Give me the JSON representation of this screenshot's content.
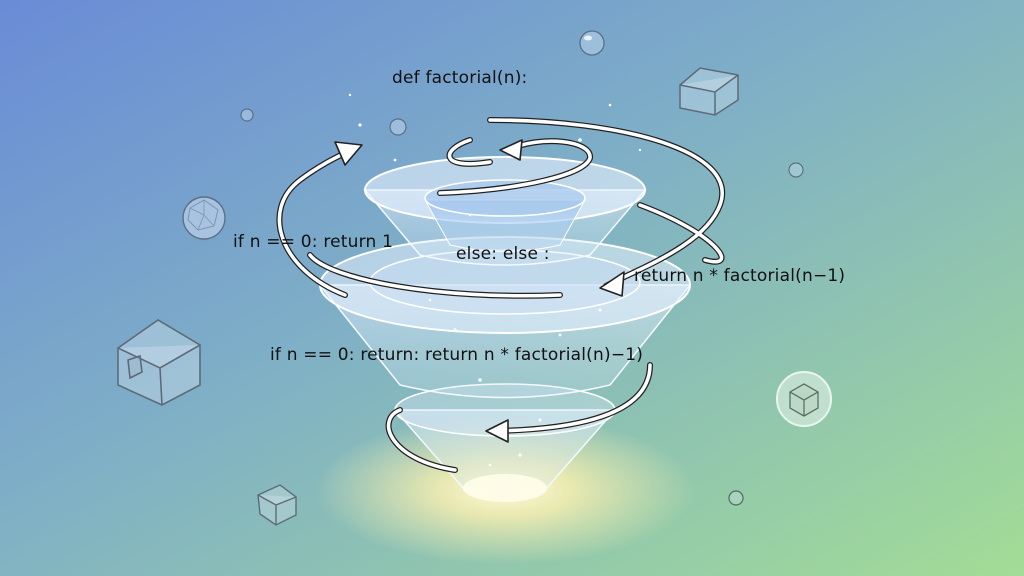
{
  "code_labels": {
    "def_line": "def factorial(n):",
    "base_case": "if n == 0:  return 1",
    "else_line": "else: else :",
    "recursive_return": "return n * factorial(n−1)",
    "combined_line": "if n == 0: return: return n * factorial(n)−1)"
  },
  "colors": {
    "background_top_left": "#6b8ed6",
    "background_bottom_right": "#9fd89a",
    "arrow": "#ffffff",
    "text": "#111111",
    "glow": "#fff6c8"
  },
  "decorations": {
    "cubes": [
      "cube-top-right",
      "cube-left",
      "cube-bottom-left",
      "cube-in-bubble"
    ],
    "bubbles": [
      "bubble-top",
      "bubble-small-left",
      "bubble-faceted-left",
      "bubble-right",
      "bubble-bottom-right"
    ]
  }
}
